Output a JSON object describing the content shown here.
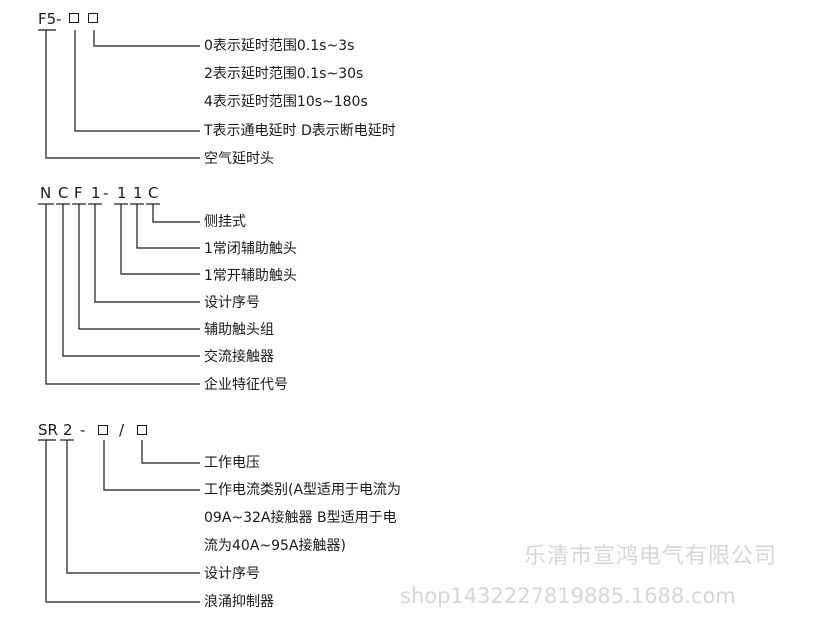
{
  "section1": {
    "code_prefix": "F5-",
    "labels": [
      "0表示延时范围0.1s~3s",
      "2表示延时范围0.1s~30s",
      "4表示延时范围10s~180s",
      "T表示通电延时    D表示断电延时",
      "空气延时头"
    ]
  },
  "section2": {
    "code_chars": [
      "N",
      "C",
      "F",
      "1",
      "-",
      "1",
      "1",
      "C"
    ],
    "labels": [
      "侧挂式",
      "1常闭辅助触头",
      "1常开辅助触头",
      "设计序号",
      "辅助触头组",
      "交流接触器",
      "企业特征代号"
    ]
  },
  "section3": {
    "code_chars": [
      "SR",
      "2",
      "-",
      "/"
    ],
    "labels": [
      "工作电压",
      "工作电流类别(A型适用于电流为",
      "09A~32A接触器    B型适用于电",
      "流为40A~95A接触器)",
      "设计序号",
      "浪涌抑制器"
    ]
  },
  "watermark": {
    "company": "乐清市宣鸿电气有限公司",
    "url": "shop1432227819885.1688.com"
  }
}
